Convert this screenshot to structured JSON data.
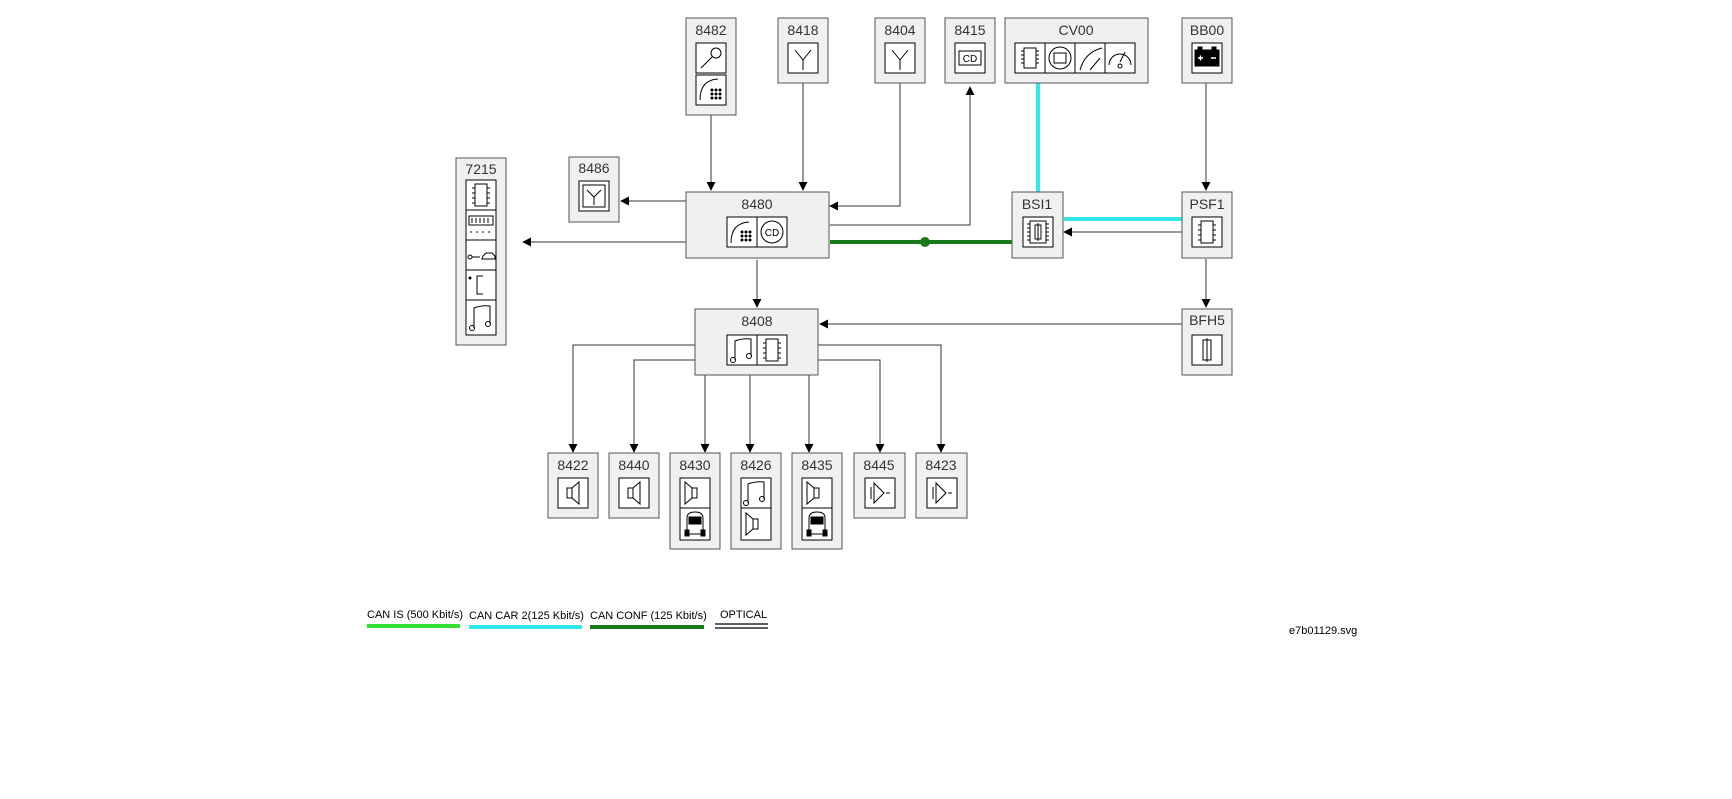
{
  "modules": {
    "m7215": "7215",
    "m8486": "8486",
    "m8482": "8482",
    "m8418": "8418",
    "m8404": "8404",
    "m8415": "8415",
    "cv00": "CV00",
    "bb00": "BB00",
    "m8480": "8480",
    "bsi1": "BSI1",
    "psf1": "PSF1",
    "m8408": "8408",
    "bfh5": "BFH5",
    "m8422": "8422",
    "m8440": "8440",
    "m8430": "8430",
    "m8426": "8426",
    "m8435": "8435",
    "m8445": "8445",
    "m8423": "8423"
  },
  "icons": {
    "m8482": [
      "microphone-icon",
      "telephone-icon"
    ],
    "m8418": [
      "antenna-icon"
    ],
    "m8404": [
      "antenna-icon"
    ],
    "m8415": [
      "cd-changer-icon"
    ],
    "cv00": [
      "ecu-chip-icon",
      "display-unit-icon",
      "wiper-stalk-icon",
      "gauge-icon"
    ],
    "bb00": [
      "battery-icon"
    ],
    "m8486": [
      "aerial-amplifier-icon"
    ],
    "m7215": [
      "ecu-chip-icon",
      "odometer-display-icon",
      "key-car-icon",
      "bracket-icon",
      "music-note-icon"
    ],
    "m8480": [
      "telephone-icon",
      "cd-icon"
    ],
    "bsi1": [
      "fuse-box-icon"
    ],
    "psf1": [
      "ecu-chip-icon"
    ],
    "m8408": [
      "music-note-icon",
      "ecu-chip-icon"
    ],
    "bfh5": [
      "fuse-icon"
    ],
    "speakers": [
      "speaker-icon",
      "car-icon",
      "tweeter-icon",
      "music-note-icon"
    ]
  },
  "legend": {
    "can_is": {
      "label": "CAN IS (500 Kbit/s)",
      "color": "#33e033"
    },
    "can_car2": {
      "label": "CAN CAR 2(125 Kbit/s)",
      "color": "#33e8e8"
    },
    "can_conf": {
      "label": "CAN CONF (125 Kbit/s)",
      "color": "#1a7a1a"
    },
    "optical": {
      "label": "OPTICAL",
      "color": "#000000"
    }
  },
  "colors": {
    "box_fill": "#f0f0f0",
    "box_stroke": "#555555",
    "wire": "#333333",
    "can_car2": "#33e8e8",
    "can_conf": "#1a7a1a"
  },
  "filename": "e7b01129.svg"
}
